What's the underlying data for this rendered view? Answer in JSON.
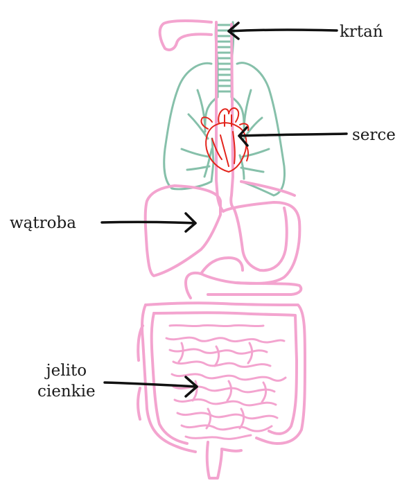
{
  "labels": {
    "larynx": "krtań",
    "heart": "serce",
    "liver": "wątroba",
    "small_intestine_line1": "jelito",
    "small_intestine_line2": "cienkie"
  },
  "colors": {
    "digestive": "#f3a4cf",
    "lungs": "#86c0aa",
    "heart": "#e3241c",
    "arrow": "#111111"
  }
}
